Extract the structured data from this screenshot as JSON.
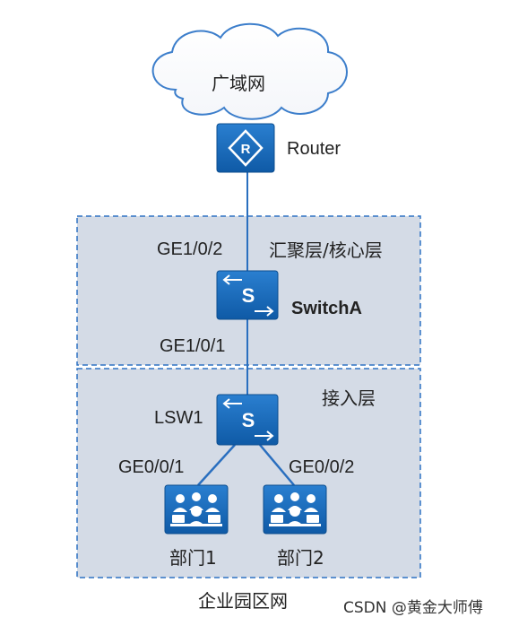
{
  "diagram": {
    "wan": {
      "label": "广域网"
    },
    "router": {
      "label": "Router",
      "symbol": "R"
    },
    "upper_zone": {
      "label": "汇聚层/核心层"
    },
    "switch_a": {
      "label": "SwitchA",
      "symbol": "S",
      "port_up": "GE1/0/2",
      "port_down": "GE1/0/1"
    },
    "lower_zone": {
      "label": "接入层"
    },
    "lsw1": {
      "label": "LSW1",
      "symbol": "S",
      "port_left": "GE0/0/1",
      "port_right": "GE0/0/2"
    },
    "dept1": {
      "label": "部门1"
    },
    "dept2": {
      "label": "部门2"
    },
    "footer": {
      "label": "企业园区网"
    },
    "watermark": {
      "label": "CSDN @黄金大师傅"
    }
  },
  "colors": {
    "device": "#1568b8",
    "device_dark": "#0d4e8f",
    "link": "#2a6fbf",
    "zone_fill": "#d4dbe6",
    "zone_border": "#2f73c4"
  }
}
